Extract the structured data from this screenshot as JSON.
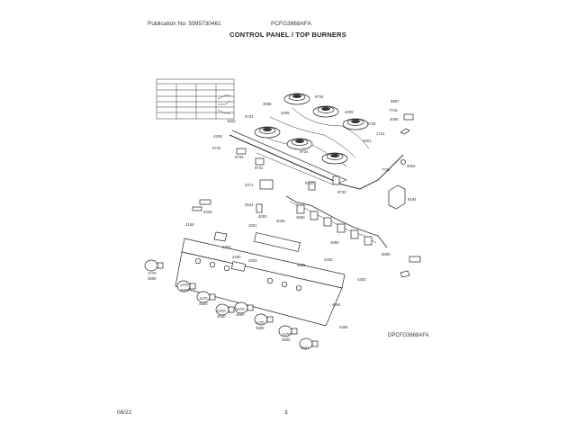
{
  "header": {
    "publication": "Publication No: 5995730461",
    "model": "PCFG3668AFA",
    "title": "CONTROL PANEL / TOP BURNERS"
  },
  "diagram_id": "DPCFG3668AFA",
  "footer": {
    "date": "08/22",
    "page": "3"
  },
  "callouts": [
    {
      "id": "c01",
      "text": "9734"
    },
    {
      "id": "c02",
      "text": "4008"
    },
    {
      "id": "c03",
      "text": "9734"
    },
    {
      "id": "c04",
      "text": "4009"
    },
    {
      "id": "c05",
      "text": "1502"
    },
    {
      "id": "c06",
      "text": "4009"
    },
    {
      "id": "c07",
      "text": "9736"
    },
    {
      "id": "c08",
      "text": "8957"
    },
    {
      "id": "c09",
      "text": "7716"
    },
    {
      "id": "c10",
      "text": "4009"
    },
    {
      "id": "c11",
      "text": "4208"
    },
    {
      "id": "c12",
      "text": "9732"
    },
    {
      "id": "c13",
      "text": "9733"
    },
    {
      "id": "c14",
      "text": "9731"
    },
    {
      "id": "c15",
      "text": "9734"
    },
    {
      "id": "c16",
      "text": "4001"
    },
    {
      "id": "c17",
      "text": "1714"
    },
    {
      "id": "c18",
      "text": "7722"
    },
    {
      "id": "c19",
      "text": "4062"
    },
    {
      "id": "c20",
      "text": "2471"
    },
    {
      "id": "c21",
      "text": "9733"
    },
    {
      "id": "c22",
      "text": "9732"
    },
    {
      "id": "c23",
      "text": "8194"
    },
    {
      "id": "c24",
      "text": "4316"
    },
    {
      "id": "c25",
      "text": "2641"
    },
    {
      "id": "c26",
      "text": "4003"
    },
    {
      "id": "c27",
      "text": "4040"
    },
    {
      "id": "c28",
      "text": "4550"
    },
    {
      "id": "c29",
      "text": "4165"
    },
    {
      "id": "c30",
      "text": "4301"
    },
    {
      "id": "c31",
      "text": "4370"
    },
    {
      "id": "c32",
      "text": "4260"
    },
    {
      "id": "c33",
      "text": "4303"
    },
    {
      "id": "c34",
      "text": "4990"
    },
    {
      "id": "c35",
      "text": "4305"
    },
    {
      "id": "c36",
      "text": "4320"
    },
    {
      "id": "c37",
      "text": "1770"
    },
    {
      "id": "c38",
      "text": "4500"
    },
    {
      "id": "c39",
      "text": "1470"
    },
    {
      "id": "c40",
      "text": "4500"
    },
    {
      "id": "c41",
      "text": "1470"
    },
    {
      "id": "c42",
      "text": "4500"
    },
    {
      "id": "c43",
      "text": "1470"
    },
    {
      "id": "c44",
      "text": "4500"
    },
    {
      "id": "c45",
      "text": "1470"
    },
    {
      "id": "c46",
      "text": "4500"
    },
    {
      "id": "c47",
      "text": "1470"
    },
    {
      "id": "c48",
      "text": "4500"
    },
    {
      "id": "c49",
      "text": "1470"
    },
    {
      "id": "c50",
      "text": "4500"
    },
    {
      "id": "c51",
      "text": "4907"
    },
    {
      "id": "c52",
      "text": "4954"
    },
    {
      "id": "c53",
      "text": "4305"
    },
    {
      "id": "c54",
      "text": "4202"
    },
    {
      "id": "c55",
      "text": "8600"
    }
  ]
}
